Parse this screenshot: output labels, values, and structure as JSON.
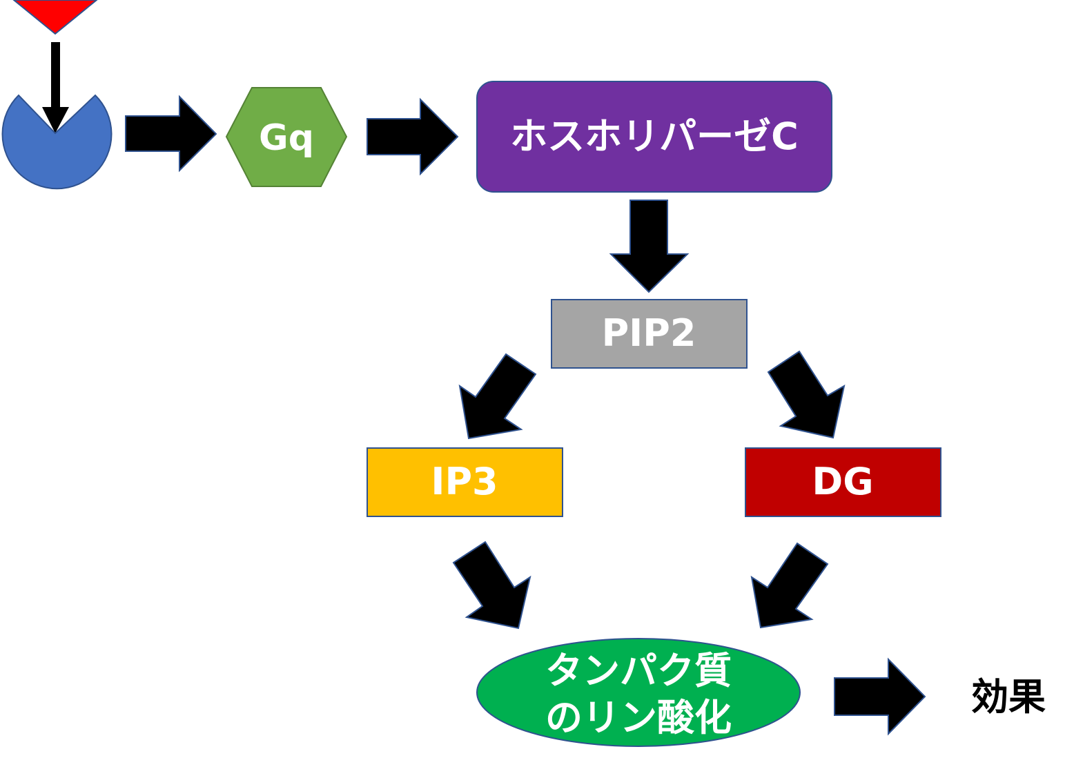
{
  "diagram": {
    "title": "Gq protein-coupled receptor signaling pathway",
    "colors": {
      "ligand": "#ff0000",
      "receptor": "#4472c4",
      "gq": "#70ad47",
      "plc": "#7030a0",
      "pip2": "#a5a5a5",
      "ip3": "#ffc000",
      "dg": "#c00000",
      "phosphorylation": "#00b050",
      "outline": "#2f528f",
      "arrow": "#000000"
    },
    "nodes": {
      "ligand": {
        "label": ""
      },
      "receptor": {
        "label": ""
      },
      "gq": {
        "label": "Gq"
      },
      "plc": {
        "label": "ホスホリパーゼC"
      },
      "pip2": {
        "label": "PIP2"
      },
      "ip3": {
        "label": "IP3"
      },
      "dg": {
        "label": "DG"
      },
      "phosphorylation": {
        "line1": "タンパク質",
        "line2": "のリン酸化"
      },
      "effect": {
        "label": "効果"
      }
    },
    "edges": [
      {
        "from": "ligand",
        "to": "receptor"
      },
      {
        "from": "receptor",
        "to": "gq"
      },
      {
        "from": "gq",
        "to": "plc"
      },
      {
        "from": "plc",
        "to": "pip2"
      },
      {
        "from": "pip2",
        "to": "ip3"
      },
      {
        "from": "pip2",
        "to": "dg"
      },
      {
        "from": "ip3",
        "to": "phosphorylation"
      },
      {
        "from": "dg",
        "to": "phosphorylation"
      },
      {
        "from": "phosphorylation",
        "to": "effect"
      }
    ]
  }
}
